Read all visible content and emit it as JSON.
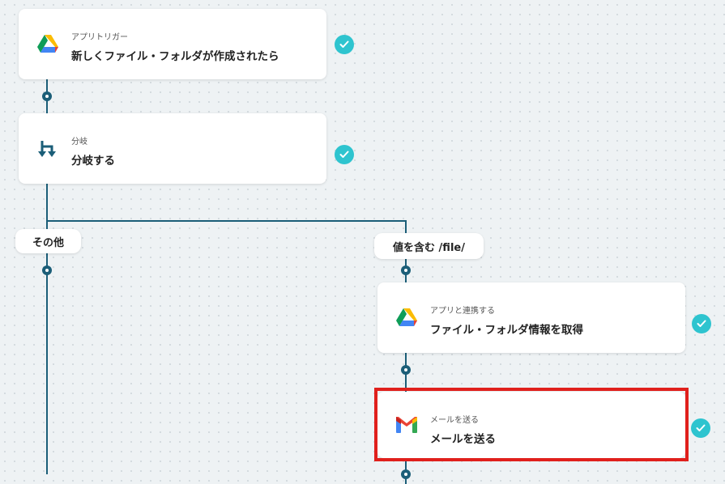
{
  "steps": [
    {
      "small": "アプリトリガー",
      "title": "新しくファイル・フォルダが作成されたら",
      "icon": "google-drive-icon"
    },
    {
      "small": "分岐",
      "title": "分岐する",
      "icon": "branch-icon"
    },
    {
      "small": "アプリと連携する",
      "title": "ファイル・フォルダ情報を取得",
      "icon": "google-drive-icon"
    },
    {
      "small": "メールを送る",
      "title": "メールを送る",
      "icon": "gmail-icon"
    }
  ],
  "branches": {
    "left": "その他",
    "right": "値を含む /file/"
  },
  "colors": {
    "line": "#1b5e78",
    "check": "#2ec4cf",
    "highlight": "#e0201c"
  }
}
